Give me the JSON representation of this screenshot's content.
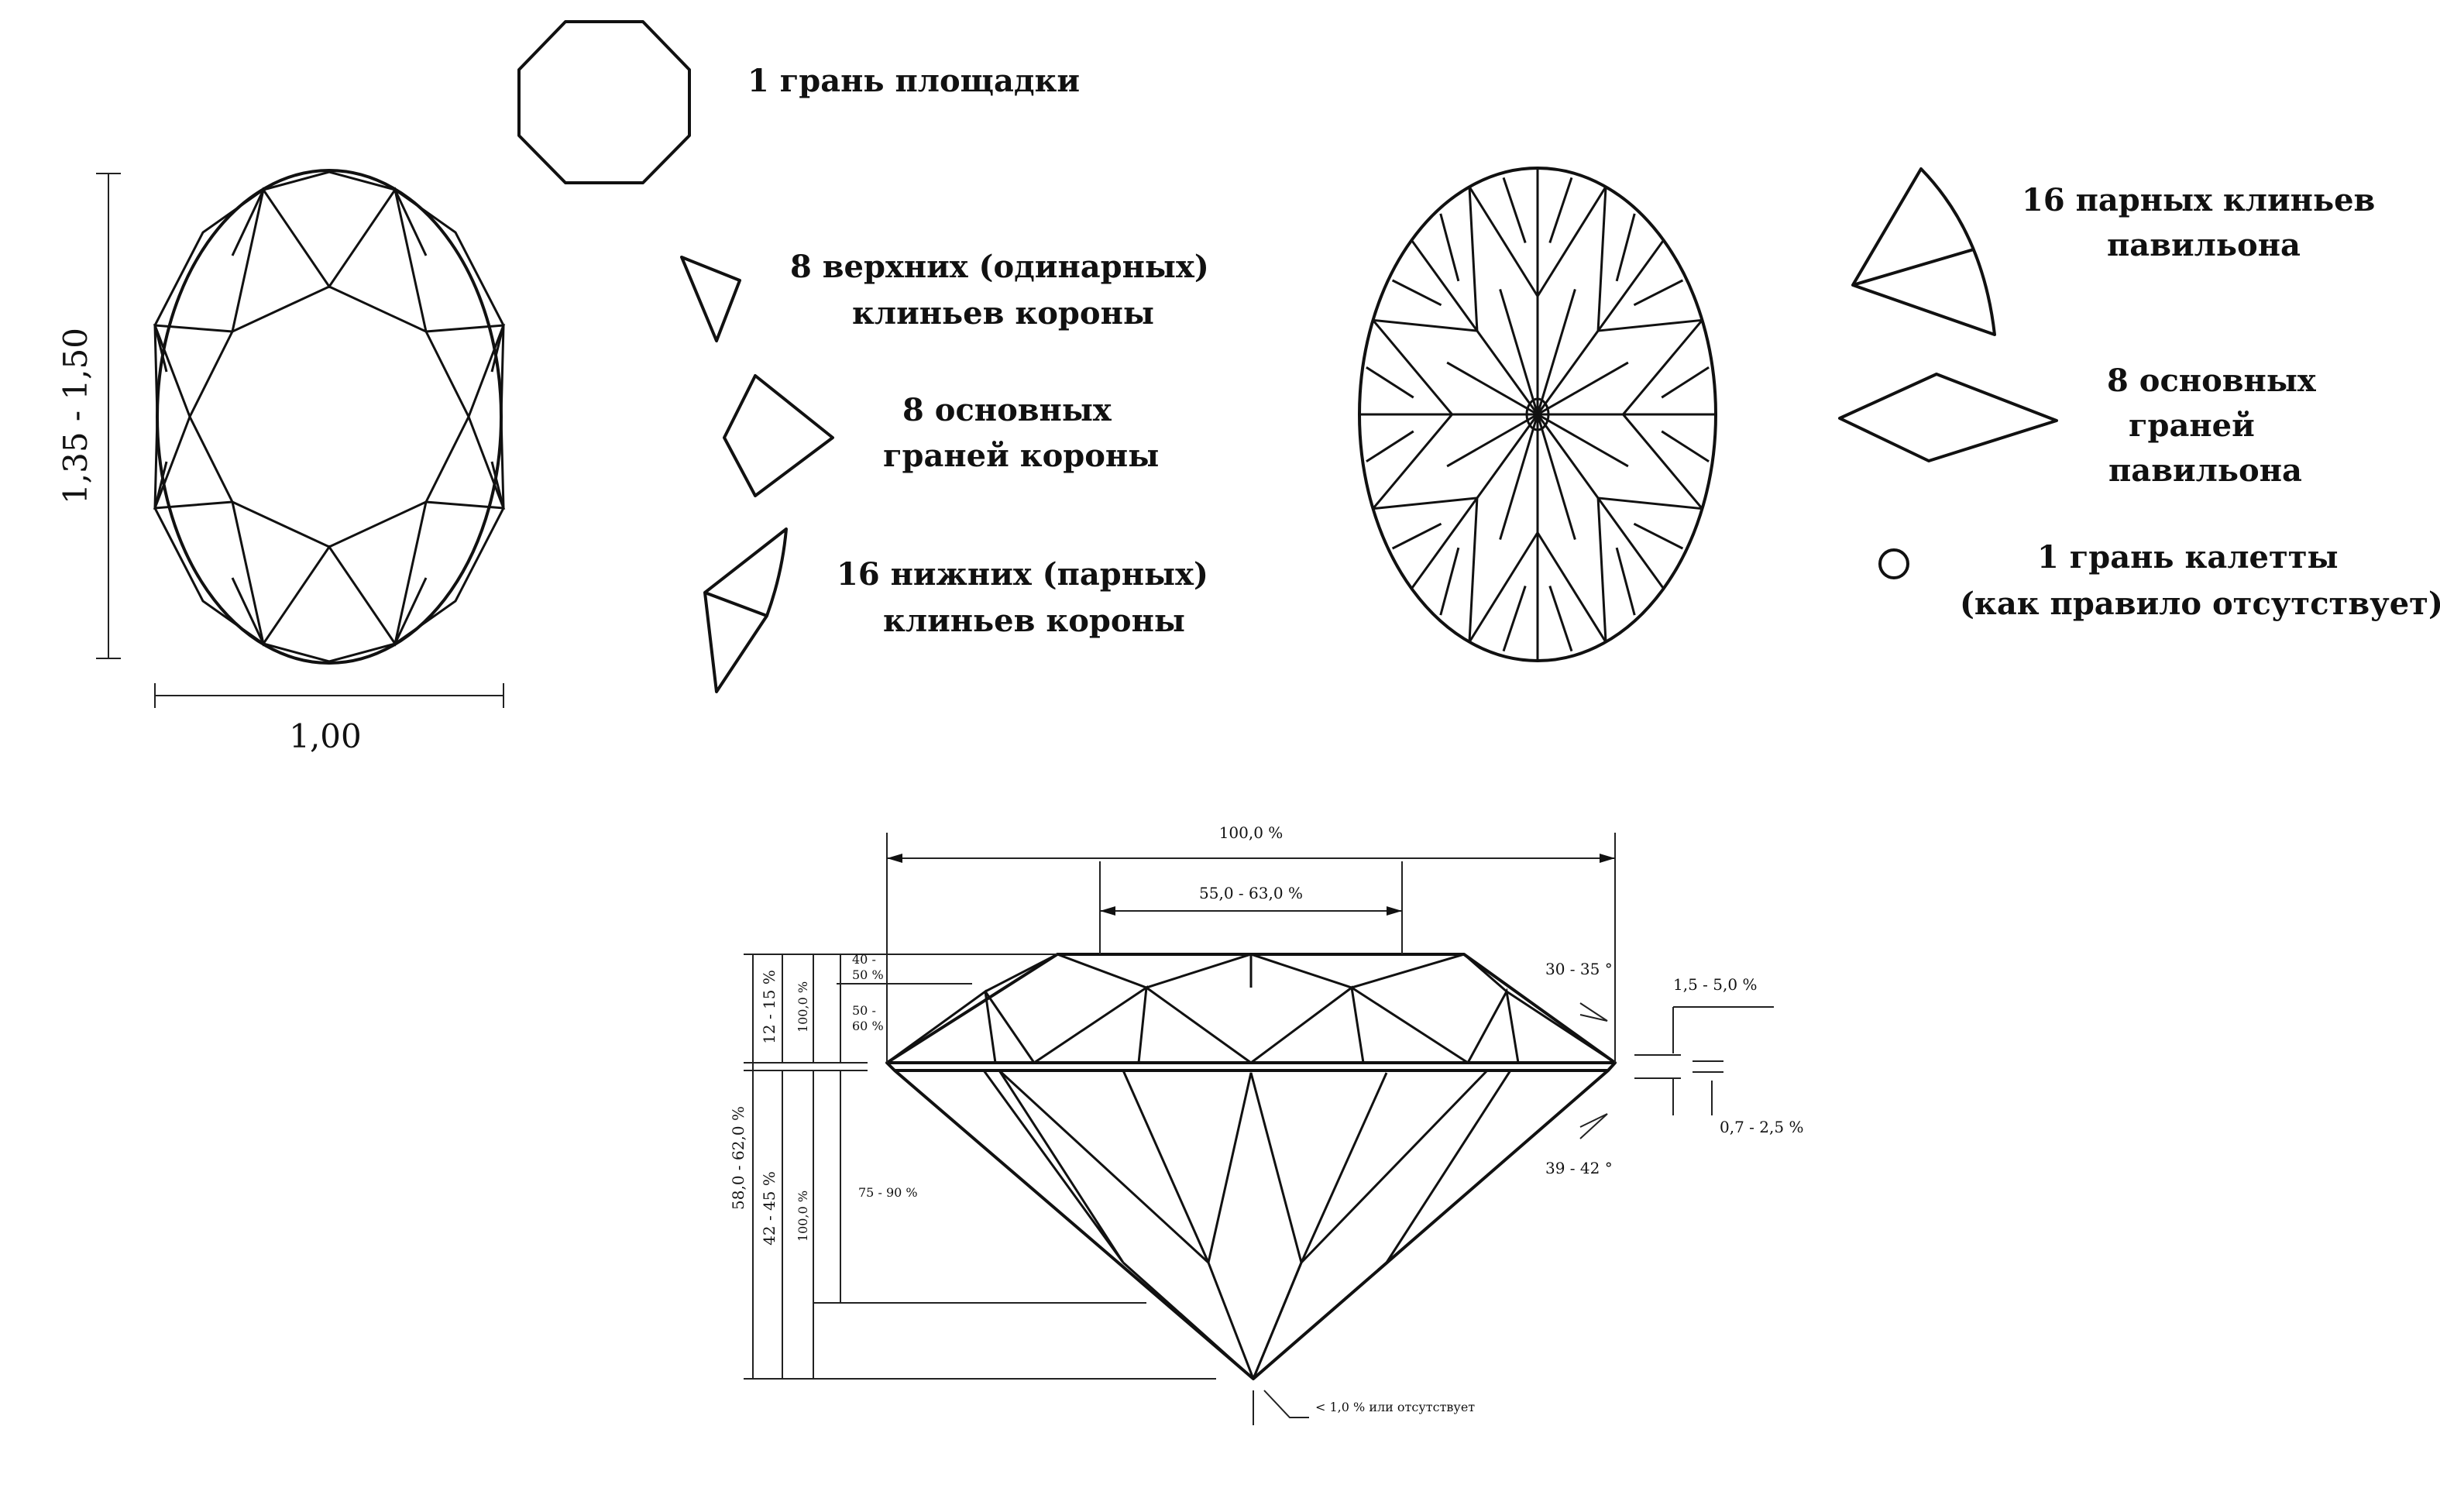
{
  "crown_view": {
    "height_ratio": "1,35 - 1,50",
    "width_ratio": "1,00"
  },
  "crown_legend": [
    {
      "icon": "octagon-table-icon",
      "lines": [
        "1 грань площадки"
      ]
    },
    {
      "icon": "star-facet-icon",
      "lines": [
        "8 верхних (одинарных)",
        "клиньев короны"
      ]
    },
    {
      "icon": "kite-facet-icon",
      "lines": [
        "8 основных",
        "граней короны"
      ]
    },
    {
      "icon": "upper-girdle-facet-icon",
      "lines": [
        "16 нижних (парных)",
        "клиньев короны"
      ]
    }
  ],
  "pavilion_legend": [
    {
      "icon": "lower-girdle-facet-icon",
      "lines": [
        "16 парных клиньев",
        "павильона"
      ]
    },
    {
      "icon": "pavilion-main-facet-icon",
      "lines": [
        "8 основных",
        "граней",
        "павильона"
      ]
    },
    {
      "icon": "culet-icon",
      "lines": [
        "1 грань калетты",
        "(как правило отсутствует)"
      ]
    }
  ],
  "profile": {
    "total_width": "100,0 %",
    "table_width": "55,0 - 63,0 %",
    "crown_upper_part": [
      "40 -",
      "50 %"
    ],
    "crown_lower_part": [
      "50 -",
      "60 %"
    ],
    "crown_total": "100,0 %",
    "crown_height": "12 - 15 %",
    "crown_angle": "30 - 35 °",
    "girdle_thickness": "1,5 - 5,0 %",
    "girdle_min": "0,7 - 2,5 %",
    "pavilion_angle": "39 - 42 °",
    "total_depth": "58,0 - 62,0 %",
    "pavilion_depth": "42 - 45 %",
    "pavilion_total": "100,0 %",
    "pavilion_lower_half": "75 - 90 %",
    "culet": "< 1,0 % или отсутствует"
  }
}
